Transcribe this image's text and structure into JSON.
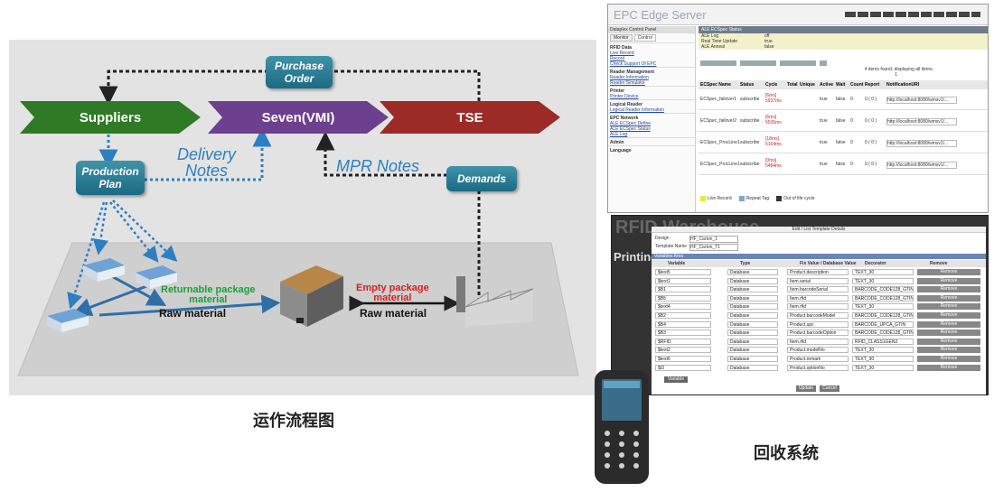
{
  "diagram": {
    "suppliers": "Suppliers",
    "seven": "Seven(VMI)",
    "tse": "TSE",
    "purchase_order": "Purchase\nOrder",
    "production_plan": "Production\nPlan",
    "delivery_notes": "Delivery\nNotes",
    "mpr_notes": "MPR Notes",
    "demands": "Demands",
    "returnable": "Returnable package\nmaterial",
    "raw_material_left": "Raw material",
    "empty_package": "Empty package\nmaterial",
    "raw_material_right": "Raw material",
    "colors": {
      "suppliers": "#2f7a25",
      "seven": "#6d3f8f",
      "tse": "#9c2a27",
      "badge": "#1f6f88",
      "note": "#2d7fc2"
    }
  },
  "caption_left": "运作流程图",
  "caption_right": "回收系统",
  "epc": {
    "title": "EPC Edge Server",
    "panel_title": "Dataplex Control Panel",
    "tabs": [
      "Monitor",
      "Control"
    ],
    "sections": [
      {
        "head": "RFID Data",
        "items": [
          "Live Record",
          "Record",
          "Check Support Of EPC"
        ]
      },
      {
        "head": "Reader Management",
        "items": [
          "Reader Information",
          "Reader Simulator"
        ]
      },
      {
        "head": "Printer",
        "items": [
          "Printer Device"
        ]
      },
      {
        "head": "Logical Reader",
        "items": [
          "Logical Reader Information"
        ]
      },
      {
        "head": "EPC Network",
        "items": [
          "ALE ECSpec Define",
          "ALE ECSpec Status",
          "ALE Log"
        ]
      },
      {
        "head": "Admin",
        "items": []
      },
      {
        "head": "Language",
        "items": []
      }
    ],
    "status_title": "ALE ECSpec Status",
    "status": [
      {
        "key": "ALE Log",
        "value": "off"
      },
      {
        "key": "Real Time Update",
        "value": "true"
      },
      {
        "key": "ALE Anneal",
        "value": "false"
      }
    ],
    "found_text": "4 items found, displaying all items.",
    "page_number": "1",
    "columns": [
      "ECSpec Name",
      "Status",
      "Cycle",
      "Total",
      "Unique",
      "Active",
      "Wait",
      "Count",
      "Report",
      "NotificationURI"
    ],
    "rows": [
      {
        "name": "ECSpec_failover1",
        "status": "subscribe",
        "cycle": "[6ms]\n5937ms",
        "active": "true",
        "wait": "false",
        "count": "0",
        "report": "0 ( 0 )",
        "uri": "http://localhost:8080/wmsv1/..."
      },
      {
        "name": "ECSpec_failover2",
        "status": "subscribe",
        "cycle": "[6ms]\n5535ms",
        "active": "true",
        "wait": "false",
        "count": "0",
        "report": "0 ( 0 )",
        "uri": "http://localhost:8080/wmsv1/..."
      },
      {
        "name": "ECSpec_ProcLine1",
        "status": "subscribe",
        "cycle": "[18ms]\n5164ms",
        "active": "true",
        "wait": "false",
        "count": "0",
        "report": "0 ( 0 )",
        "uri": "http://localhost:8080/wmsv1/..."
      },
      {
        "name": "ECSpec_ProcLine1",
        "status": "subscribe",
        "cycle": "[0ms]\n5484ms",
        "active": "true",
        "wait": "false",
        "count": "0",
        "report": "0 ( 0 )",
        "uri": "http://localhost:8080/wmsv1/..."
      }
    ],
    "legend": [
      "Live Record",
      "Repeat Tag",
      "Out of life cycle"
    ],
    "legend_colors": [
      "#f3e33a",
      "#7fa6d9",
      "#333333"
    ]
  },
  "tpl": {
    "bg_title": "RFID Warehouse",
    "bg_menu": "Printing",
    "title": "Edit / List Template Details",
    "design_label": "Design :",
    "design_value": "HF_Carton_1",
    "template_label": "Template Name :",
    "template_value": "HF_Carton_T1",
    "var_area": "Variables Area",
    "columns": [
      "Variable",
      "Type",
      "Fix Value / Database Value",
      "Decorator",
      "Remove"
    ],
    "rows": [
      {
        "var": "$text5",
        "type": "Database",
        "value": "Product.description",
        "dec": "TEXT_30"
      },
      {
        "var": "$text1",
        "type": "Database",
        "value": "Item.serial",
        "dec": "TEXT_30"
      },
      {
        "var": "$B1",
        "type": "Database",
        "value": "Item.barcodeSerial",
        "dec": "BARCODE_CODE128_GTIN"
      },
      {
        "var": "$B5",
        "type": "Database",
        "value": "Item.rfid",
        "dec": "BARCODE_CODE128_GTIN"
      },
      {
        "var": "$text4",
        "type": "Database",
        "value": "Item.rfid",
        "dec": "TEXT_30"
      },
      {
        "var": "$B2",
        "type": "Database",
        "value": "Product.barcodeModel",
        "dec": "BARCODE_CODE128_GTIN"
      },
      {
        "var": "$B4",
        "type": "Database",
        "value": "Product.upc",
        "dec": "BARCODE_UPCA_GTIN"
      },
      {
        "var": "$B3",
        "type": "Database",
        "value": "Product.barcodeOption",
        "dec": "BARCODE_CODE128_GTIN"
      },
      {
        "var": "$RFID",
        "type": "Database",
        "value": "Item.rfid",
        "dec": "RFID_CLASS1GEN2"
      },
      {
        "var": "$text2",
        "type": "Database",
        "value": "Product.modelNo",
        "dec": "TEXT_30"
      },
      {
        "var": "$text6",
        "type": "Database",
        "value": "Product.remark",
        "dec": "TEXT_30"
      },
      {
        "var": "$t3",
        "type": "Database",
        "value": "Product.optionNo",
        "dec": "TEXT_30"
      }
    ],
    "remove_label": "Remove",
    "add_variable": "Variable",
    "update": "Update",
    "cancel": "Cancel"
  }
}
